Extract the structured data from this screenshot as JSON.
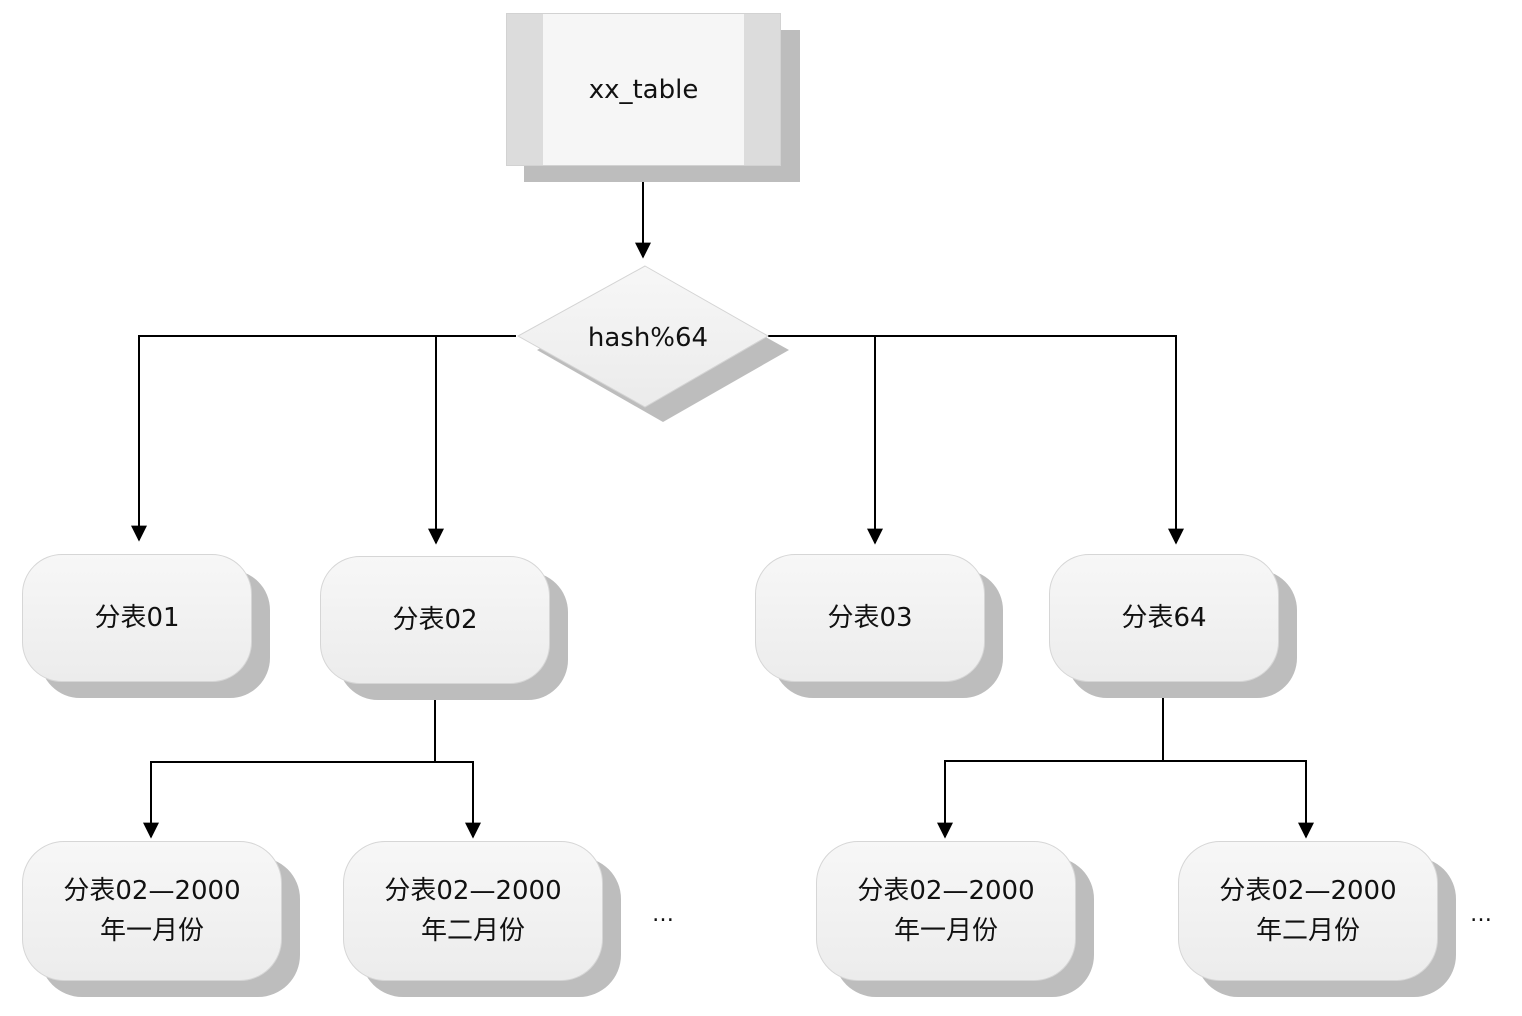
{
  "diagram": {
    "root": {
      "label": "xx_table"
    },
    "decision": {
      "label": "hash%64"
    },
    "shards": [
      {
        "label": "分表01"
      },
      {
        "label": "分表02"
      },
      {
        "label": "分表03"
      },
      {
        "label": "分表64"
      }
    ],
    "sub_shards": [
      {
        "label": "分表02—2000\n年一月份"
      },
      {
        "label": "分表02—2000\n年二月份"
      },
      {
        "label": "分表02—2000\n年一月份"
      },
      {
        "label": "分表02—2000\n年二月份"
      }
    ],
    "ellipsis": [
      "…",
      "…"
    ],
    "colors": {
      "line": "#000000",
      "node_fill": "#f2f2f2",
      "shadow": "#bdbdbd"
    }
  }
}
